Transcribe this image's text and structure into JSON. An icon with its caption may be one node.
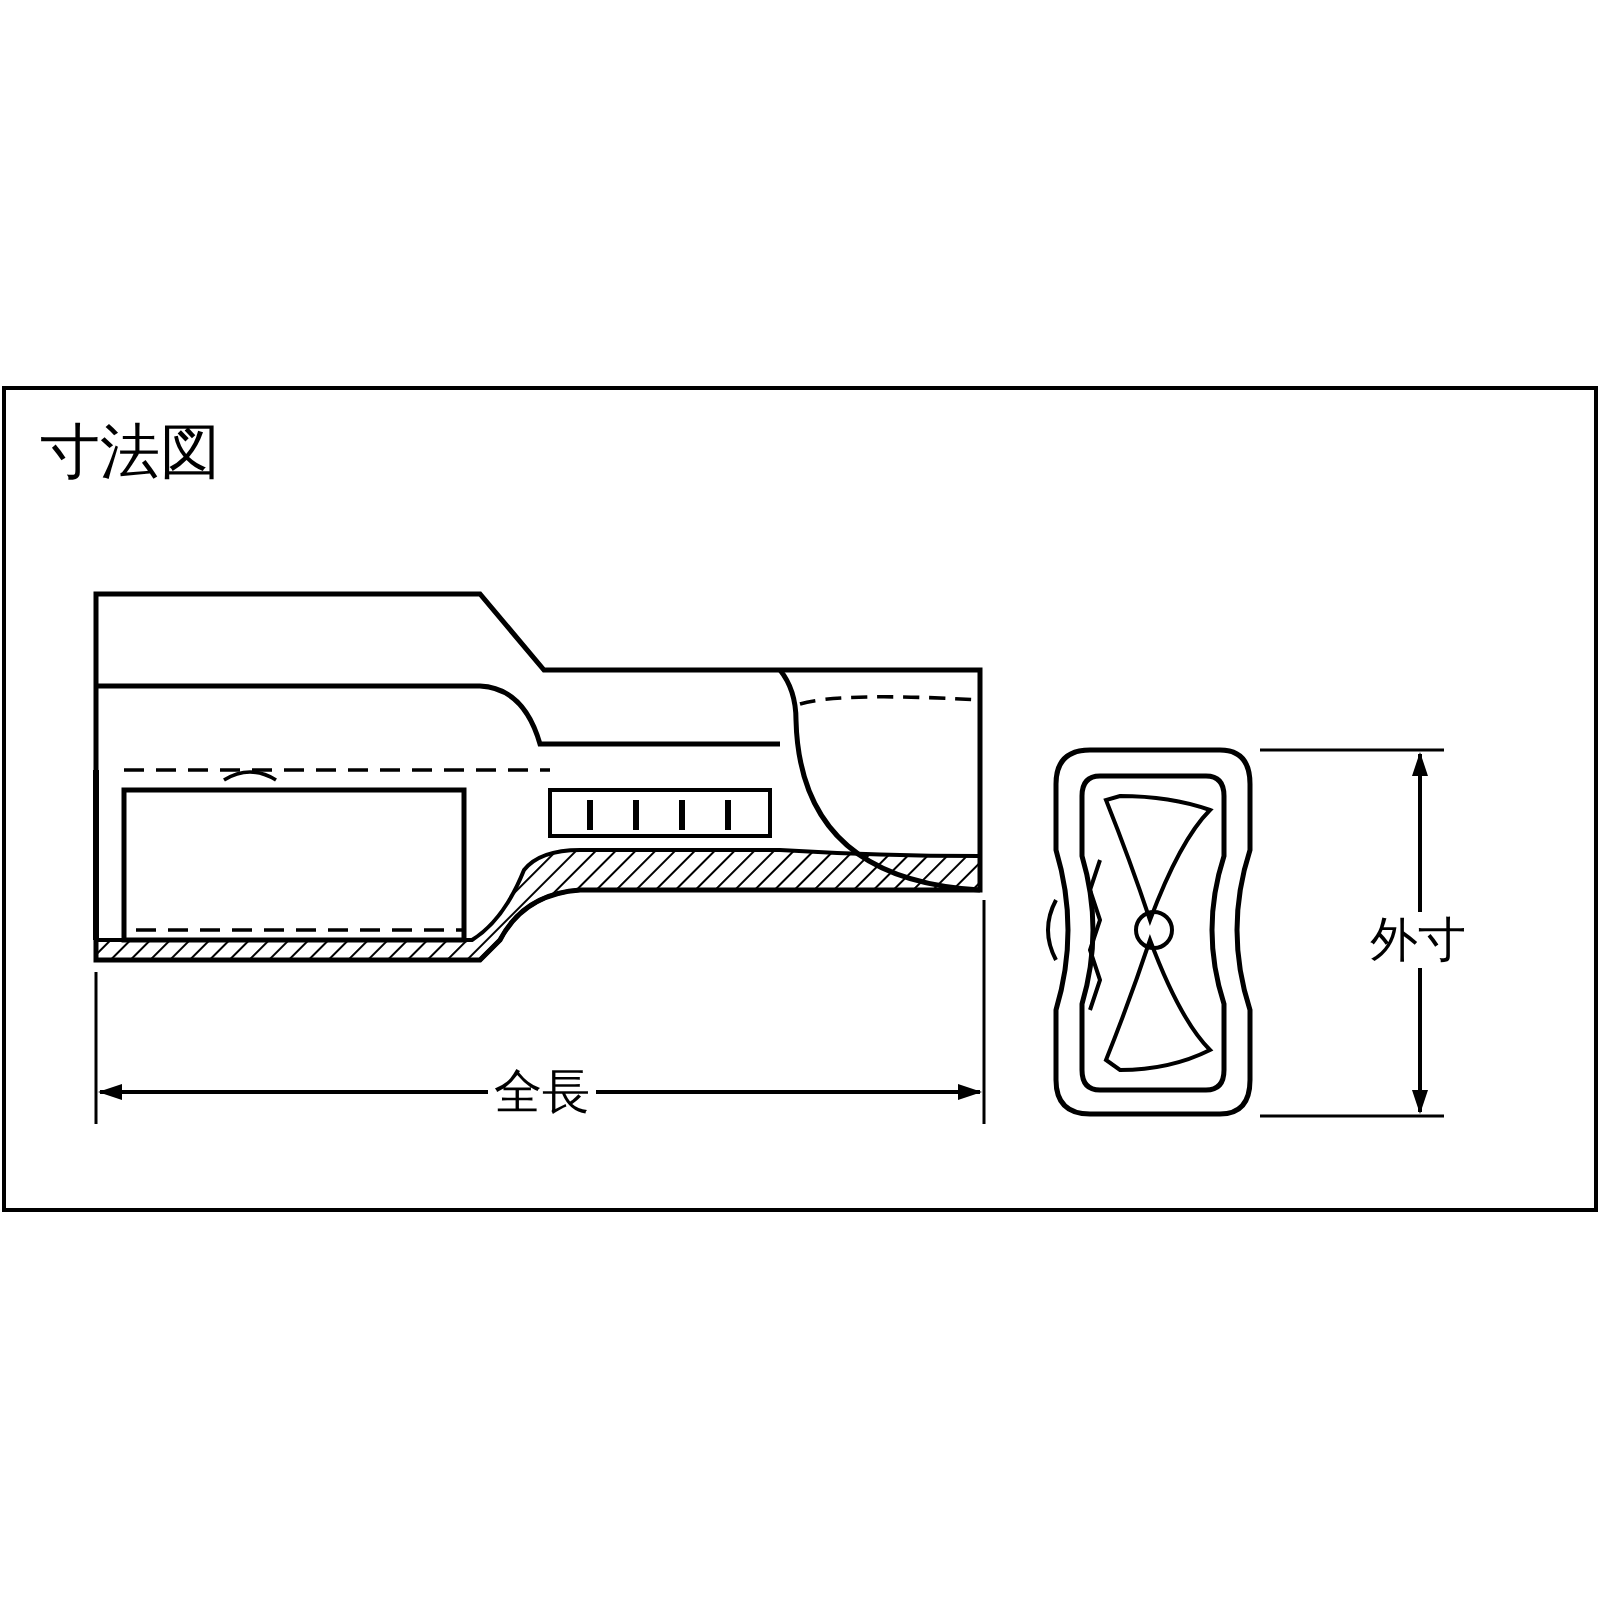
{
  "diagram": {
    "title": "寸法図",
    "labels": [
      "全長",
      "外寸"
    ]
  }
}
